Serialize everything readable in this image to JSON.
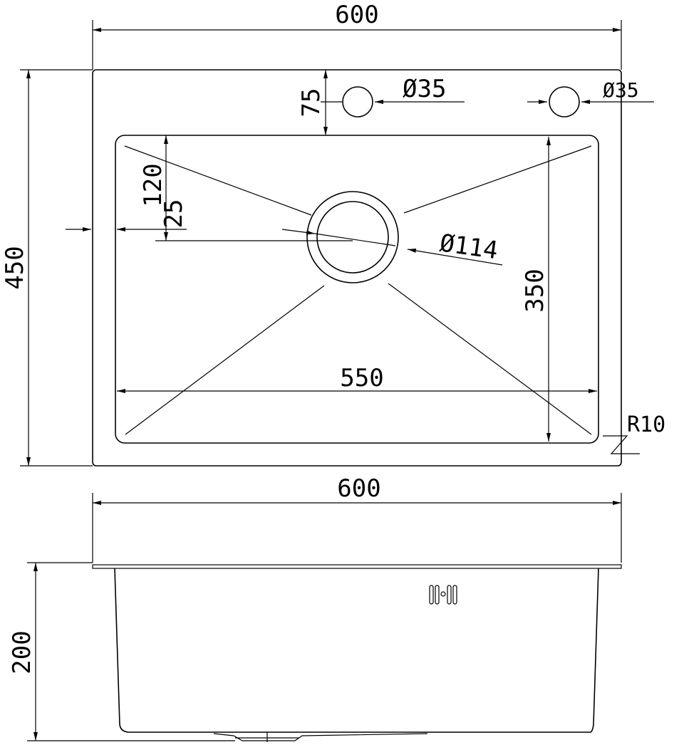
{
  "drawing": {
    "top_view": {
      "overall_width": "600",
      "overall_depth": "450",
      "tap_hole_offset": "75",
      "tap_hole_left": "Ø35",
      "tap_hole_right": "Ø35",
      "drain_offset_y": "120",
      "drain_offset_x": "25",
      "drain_diameter": "Ø114",
      "bowl_depth": "350",
      "bowl_width": "550",
      "corner_radius": "R10"
    },
    "side_view": {
      "overall_width": "600",
      "bowl_height": "200"
    },
    "line_color": "#000000",
    "background": "#ffffff"
  }
}
